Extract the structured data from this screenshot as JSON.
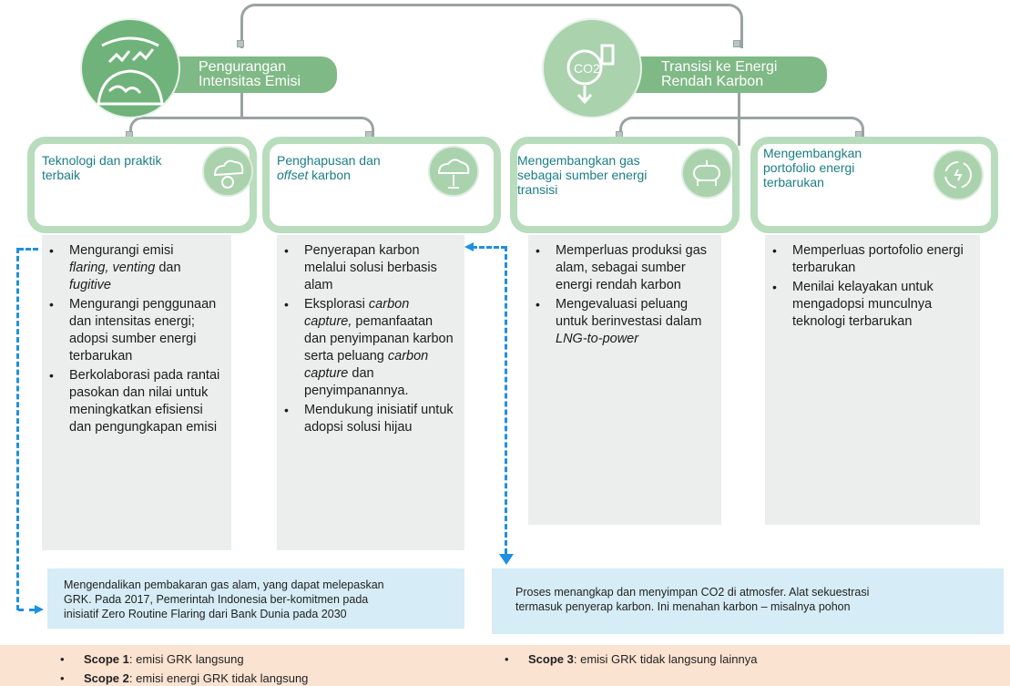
{
  "top": {
    "left_title_line1": "Pengurangan",
    "left_title_line2": "Intensitas Emisi",
    "right_title_line1": "Transisi ke Energi",
    "right_title_line2": "Rendah Karbon"
  },
  "cards": [
    {
      "title_1": "Teknologi dan praktik",
      "title_2": "terbaik"
    },
    {
      "title_1": "Penghapusan dan",
      "title_2_italic": "offset",
      "title_2_rest": " karbon"
    },
    {
      "title_1": "Mengembangkan gas",
      "title_2": "sebagai sumber energi",
      "title_3": "transisi"
    },
    {
      "title_1": "Mengembangkan",
      "title_2": "portofolio energi",
      "title_3": "terbarukan"
    }
  ],
  "bullets": {
    "col1": [
      {
        "a": "Mengurangi emisi",
        "b_italic": "flaring, venting",
        "b_rest": " dan",
        "c_italic": "fugitive"
      },
      {
        "text": "Mengurangi penggunaan dan intensitas energi; adopsi sumber energi terbarukan"
      },
      {
        "text": "Berkolaborasi pada rantai pasokan dan nilai untuk meningkatkan efisiensi dan pengungkapan emisi"
      }
    ],
    "col2": [
      {
        "text": "Penyerapan karbon melalui solusi berbasis alam"
      },
      {
        "a": "Eksplorasi ",
        "a_italic": "carbon capture,",
        "b": " pemanfaatan dan penyimpanan karbon serta peluang ",
        "b_italic": "carbon capture",
        "c": " dan penyimpanannya."
      },
      {
        "text": "Mendukung inisiatif untuk adopsi solusi hijau"
      }
    ],
    "col3": [
      {
        "text": "Memperluas produksi gas alam, sebagai sumber energi rendah karbon"
      },
      {
        "a": "Mengevaluasi peluang untuk berinvestasi dalam ",
        "a_italic": "LNG-to-power"
      }
    ],
    "col4": [
      {
        "text": "Memperluas portofolio energi terbarukan"
      },
      {
        "text": "Menilai kelayakan untuk mengadopsi munculnya teknologi terbarukan"
      }
    ]
  },
  "notes": {
    "left_1": "Mengendalikan pembakaran gas alam, yang dapat melepaskan",
    "left_2": "GRK. Pada 2017, Pemerintah Indonesia ber-komitmen pada",
    "left_3": "inisiatif Zero Routine Flaring dari Bank Dunia pada 2030",
    "right_1": "Proses menangkap dan menyimpan CO2 di atmosfer. Alat sekuestrasi",
    "right_2": "termasuk penyerap karbon. Ini menahan karbon – misalnya pohon"
  },
  "scope": {
    "s1_label": "Scope 1",
    "s1_text": ": emisi GRK langsung",
    "s2_label": "Scope 2",
    "s2_text": ": emisi energi GRK tidak langsung",
    "s3_label": "Scope 3",
    "s3_text": ": emisi GRK tidak langsung lainnya",
    "bullet": "•"
  },
  "icons": {
    "left_top": "emission-intensity-icon",
    "right_top": "co2-energy-icon",
    "card1": "co2-cloud-icon",
    "card2": "tree-cloud-icon",
    "card3": "gas-tank-icon",
    "card4": "renewable-cycle-icon"
  },
  "colors": {
    "green_dark": "#6fb37a",
    "green_light": "#b8dcbc",
    "teal_text": "#1b7d86",
    "blue_dash": "#1e90e0",
    "note_bg": "#d6ecf6",
    "scope_bg": "#fbe3d2"
  }
}
